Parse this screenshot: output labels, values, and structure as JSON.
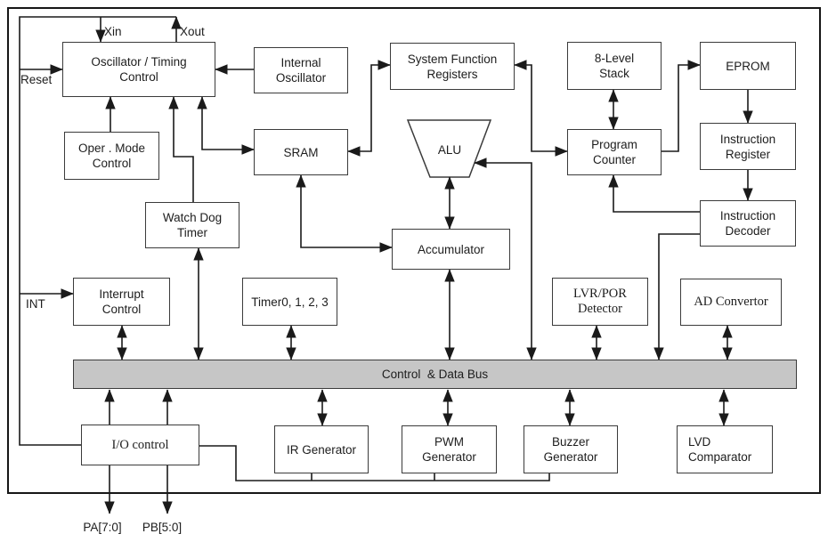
{
  "blocks": {
    "oscillator": {
      "label": "Oscillator / Timing\nControl"
    },
    "internal_osc": {
      "label": "Internal\nOscillator"
    },
    "sfr": {
      "label": "System Function\nRegisters"
    },
    "stack": {
      "label": "8-Level\nStack"
    },
    "eprom": {
      "label": "EPROM"
    },
    "oper_mode": {
      "label": "Oper . Mode\nControl"
    },
    "sram": {
      "label": "SRAM"
    },
    "program_counter": {
      "label": "Program\nCounter"
    },
    "instr_register": {
      "label": "Instruction\nRegister"
    },
    "watchdog": {
      "label": "Watch Dog\nTimer"
    },
    "instr_decoder": {
      "label": "Instruction\nDecoder"
    },
    "accumulator": {
      "label": "Accumulator"
    },
    "interrupt": {
      "label": "Interrupt\nControl"
    },
    "timer": {
      "label": "Timer0, 1, 2, 3"
    },
    "lvr_por": {
      "label": "LVR/POR\nDetector"
    },
    "ad_convertor": {
      "label": "AD Convertor"
    },
    "io_control": {
      "label": "I/O control"
    },
    "ir_gen": {
      "label": "IR Generator"
    },
    "pwm_gen": {
      "label": "PWM\nGenerator"
    },
    "buzzer_gen": {
      "label": "Buzzer\nGenerator"
    },
    "lvd_comp": {
      "label": "LVD\nComparator"
    }
  },
  "alu": {
    "label": "ALU"
  },
  "bus": {
    "label": "Control  & Data Bus"
  },
  "pins": {
    "xin": "Xin",
    "xout": "Xout",
    "reset": "Reset",
    "int": "INT",
    "pa": "PA[7:0]",
    "pb": "PB[5:0]"
  },
  "colors": {
    "bus_fill": "#c6c6c6",
    "line": "#1a1a1a",
    "background": "#ffffff"
  }
}
